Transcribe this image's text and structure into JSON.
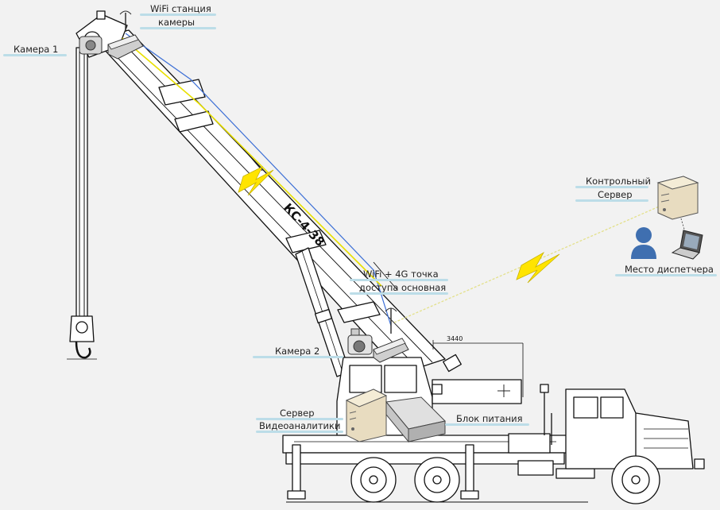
{
  "labels": {
    "wifi_station_line1": "WiFi станция",
    "wifi_station_line2": "камеры",
    "camera1": "Камера 1",
    "control_server_line1": "Контрольный",
    "control_server_line2": "Сервер",
    "dispatcher_place": "Место диспетчера",
    "wifi4g_line1": "WiFi + 4G точка",
    "wifi4g_line2": "доступа основная",
    "camera2": "Камера 2",
    "server_line1": "Сервер",
    "server_line2": "Видеоаналитики",
    "power_unit": "Блок питания"
  },
  "boom_marking": "КС-4-38",
  "dimension_text": "3440",
  "colors": {
    "background": "#f2f2f2",
    "label_underline": "#bcdde8",
    "wireless_link": "#ffe400",
    "cable_blue": "#3c6fd6",
    "user_icon": "#3f6fb0"
  },
  "icons": [
    "camera-icon",
    "wifi-access-point-icon",
    "server-tower-icon",
    "user-icon",
    "laptop-icon",
    "lightning-link-icon"
  ]
}
